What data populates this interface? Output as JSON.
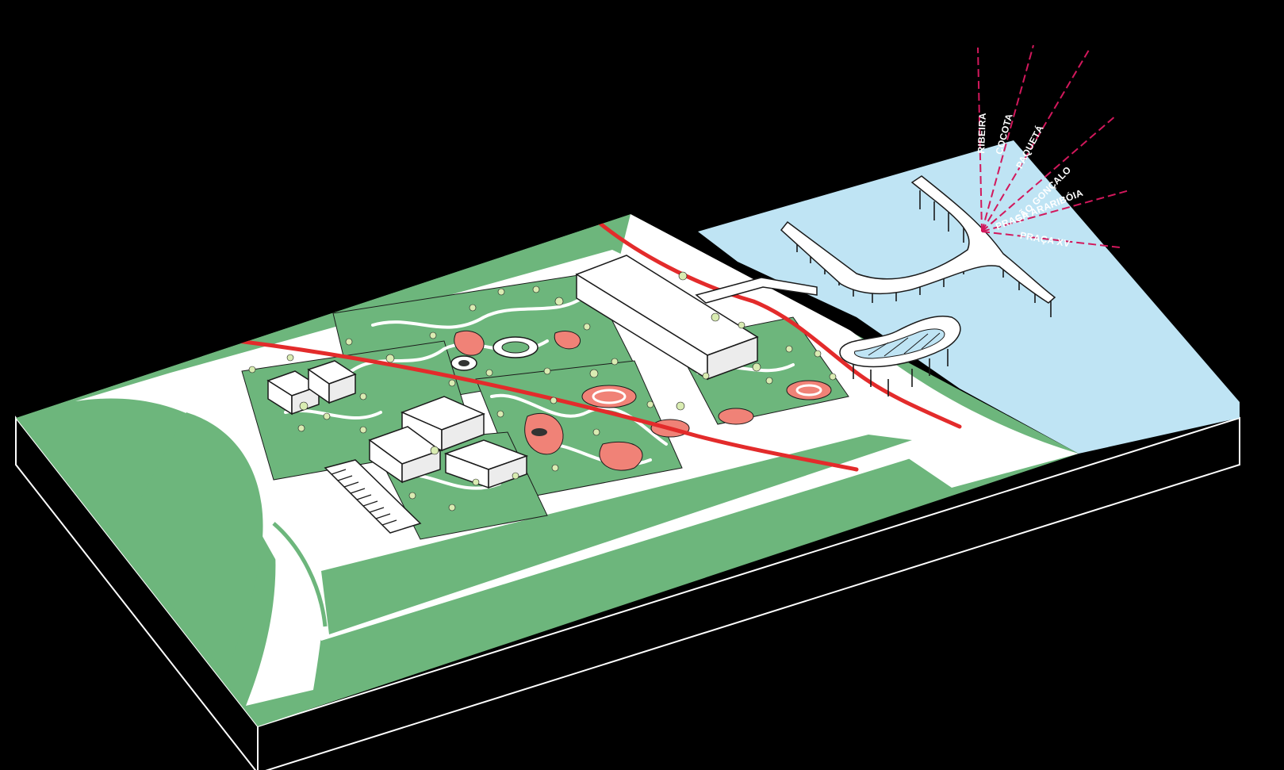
{
  "colors": {
    "background": "#000000",
    "grass": "#6db67c",
    "paving": "#ffffff",
    "water": "#bfe4f4",
    "main_axis": "#e32b2b",
    "plaza": "#f08277",
    "route_line": "#d2185c",
    "outline": "#1a1a1a"
  },
  "ferry_routes": [
    {
      "label": "RIBEIRA"
    },
    {
      "label": "COCOTA"
    },
    {
      "label": "PAQUETÁ"
    },
    {
      "label": "SÃO GONÇALO"
    },
    {
      "label": "PRAÇA ARARIBÓIA"
    },
    {
      "label": "PRAÇA XV"
    }
  ]
}
